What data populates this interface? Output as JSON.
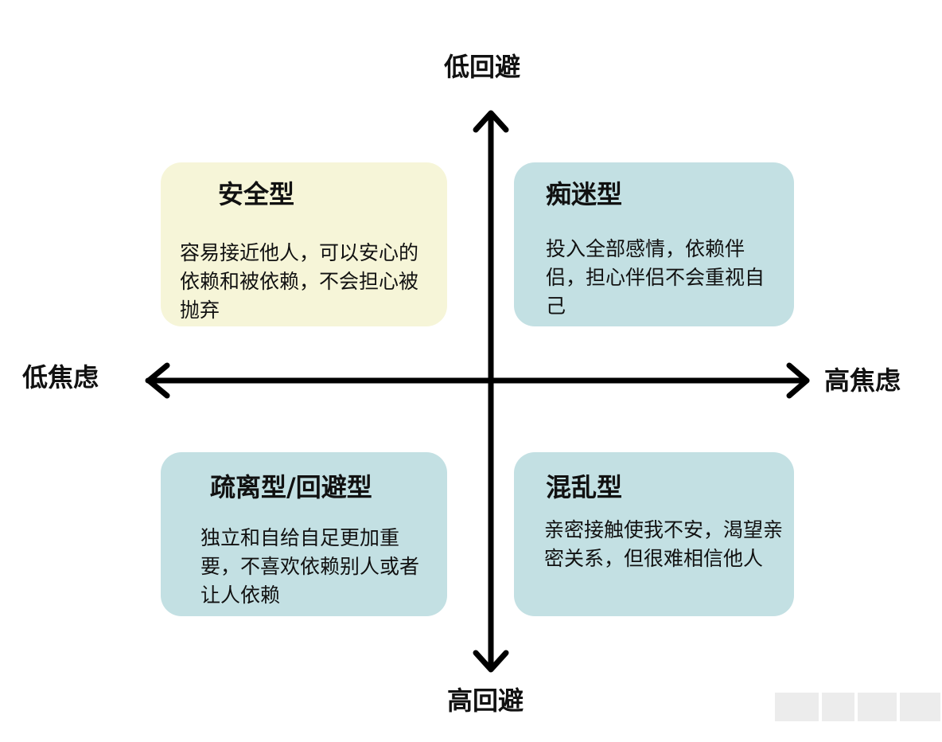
{
  "axes": {
    "top": "低回避",
    "bottom": "高回避",
    "left": "低焦虑",
    "right": "高焦虑"
  },
  "quadrants": {
    "top_left": {
      "title": "安全型",
      "description": "容易接近他人，可以安心的依赖和被依赖，不会担心被抛弃"
    },
    "top_right": {
      "title": "痴迷型",
      "description": "投入全部感情，依赖伴侣，担心伴侣不会重视自己"
    },
    "bottom_left": {
      "title": "疏离型/回避型",
      "description": "独立和自给自足更加重要，不喜欢依赖别人或者让人依赖"
    },
    "bottom_right": {
      "title": "混乱型",
      "description": "亲密接触使我不安，渴望亲密关系，但很难相信他人"
    }
  },
  "colors": {
    "secure_fill": "#f6f5d8",
    "insecure_fill": "#c3e0e3",
    "axis": "#000000"
  }
}
